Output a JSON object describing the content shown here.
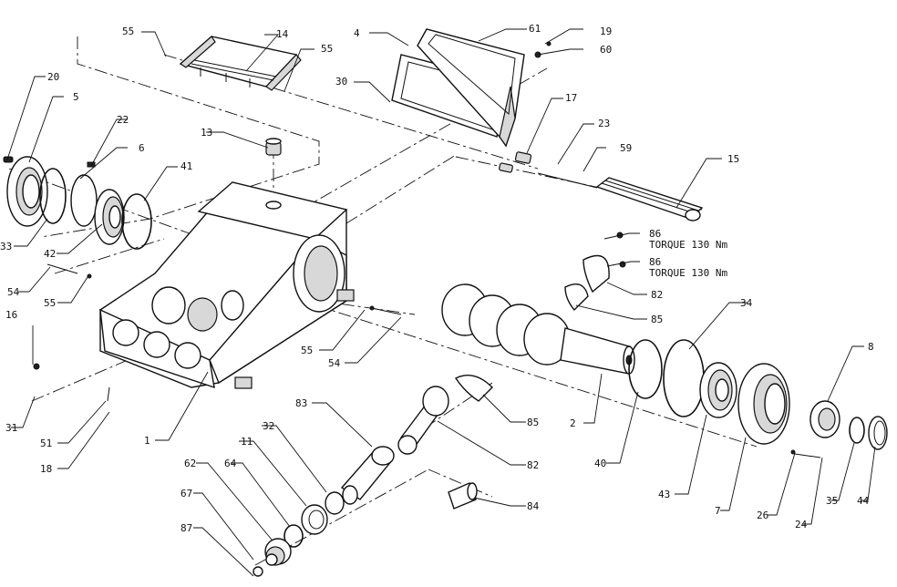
{
  "labels": [
    {
      "id": "1",
      "text": "1"
    },
    {
      "id": "2",
      "text": "2"
    },
    {
      "id": "4",
      "text": "4"
    },
    {
      "id": "5",
      "text": "5"
    },
    {
      "id": "6",
      "text": "6"
    },
    {
      "id": "7",
      "text": "7"
    },
    {
      "id": "8",
      "text": "8"
    },
    {
      "id": "11",
      "text": "11"
    },
    {
      "id": "13",
      "text": "13"
    },
    {
      "id": "14",
      "text": "14"
    },
    {
      "id": "15",
      "text": "15"
    },
    {
      "id": "16",
      "text": "16"
    },
    {
      "id": "17",
      "text": "17"
    },
    {
      "id": "18",
      "text": "18"
    },
    {
      "id": "19",
      "text": "19"
    },
    {
      "id": "20",
      "text": "20"
    },
    {
      "id": "22",
      "text": "22"
    },
    {
      "id": "23",
      "text": "23"
    },
    {
      "id": "24",
      "text": "24"
    },
    {
      "id": "26",
      "text": "26"
    },
    {
      "id": "30",
      "text": "30"
    },
    {
      "id": "31",
      "text": "31"
    },
    {
      "id": "32",
      "text": "32"
    },
    {
      "id": "33",
      "text": "33"
    },
    {
      "id": "34",
      "text": "34"
    },
    {
      "id": "35",
      "text": "35"
    },
    {
      "id": "40",
      "text": "40"
    },
    {
      "id": "41",
      "text": "41"
    },
    {
      "id": "42",
      "text": "42"
    },
    {
      "id": "43",
      "text": "43"
    },
    {
      "id": "44",
      "text": "44"
    },
    {
      "id": "51",
      "text": "51"
    },
    {
      "id": "54a",
      "text": "54"
    },
    {
      "id": "54b",
      "text": "54"
    },
    {
      "id": "55a",
      "text": "55"
    },
    {
      "id": "55b",
      "text": "55"
    },
    {
      "id": "55c",
      "text": "55"
    },
    {
      "id": "55d",
      "text": "55"
    },
    {
      "id": "59",
      "text": "59"
    },
    {
      "id": "60",
      "text": "60"
    },
    {
      "id": "61",
      "text": "61"
    },
    {
      "id": "62",
      "text": "62"
    },
    {
      "id": "64",
      "text": "64"
    },
    {
      "id": "67",
      "text": "67"
    },
    {
      "id": "82a",
      "text": "82"
    },
    {
      "id": "82b",
      "text": "82"
    },
    {
      "id": "83",
      "text": "83"
    },
    {
      "id": "84",
      "text": "84"
    },
    {
      "id": "85a",
      "text": "85"
    },
    {
      "id": "85b",
      "text": "85"
    },
    {
      "id": "86a",
      "text": "86"
    },
    {
      "id": "86b",
      "text": "86"
    },
    {
      "id": "87",
      "text": "87"
    }
  ],
  "annotations": {
    "torque_a": "TORQUE 130 Nm",
    "torque_b": "TORQUE 130 Nm"
  }
}
